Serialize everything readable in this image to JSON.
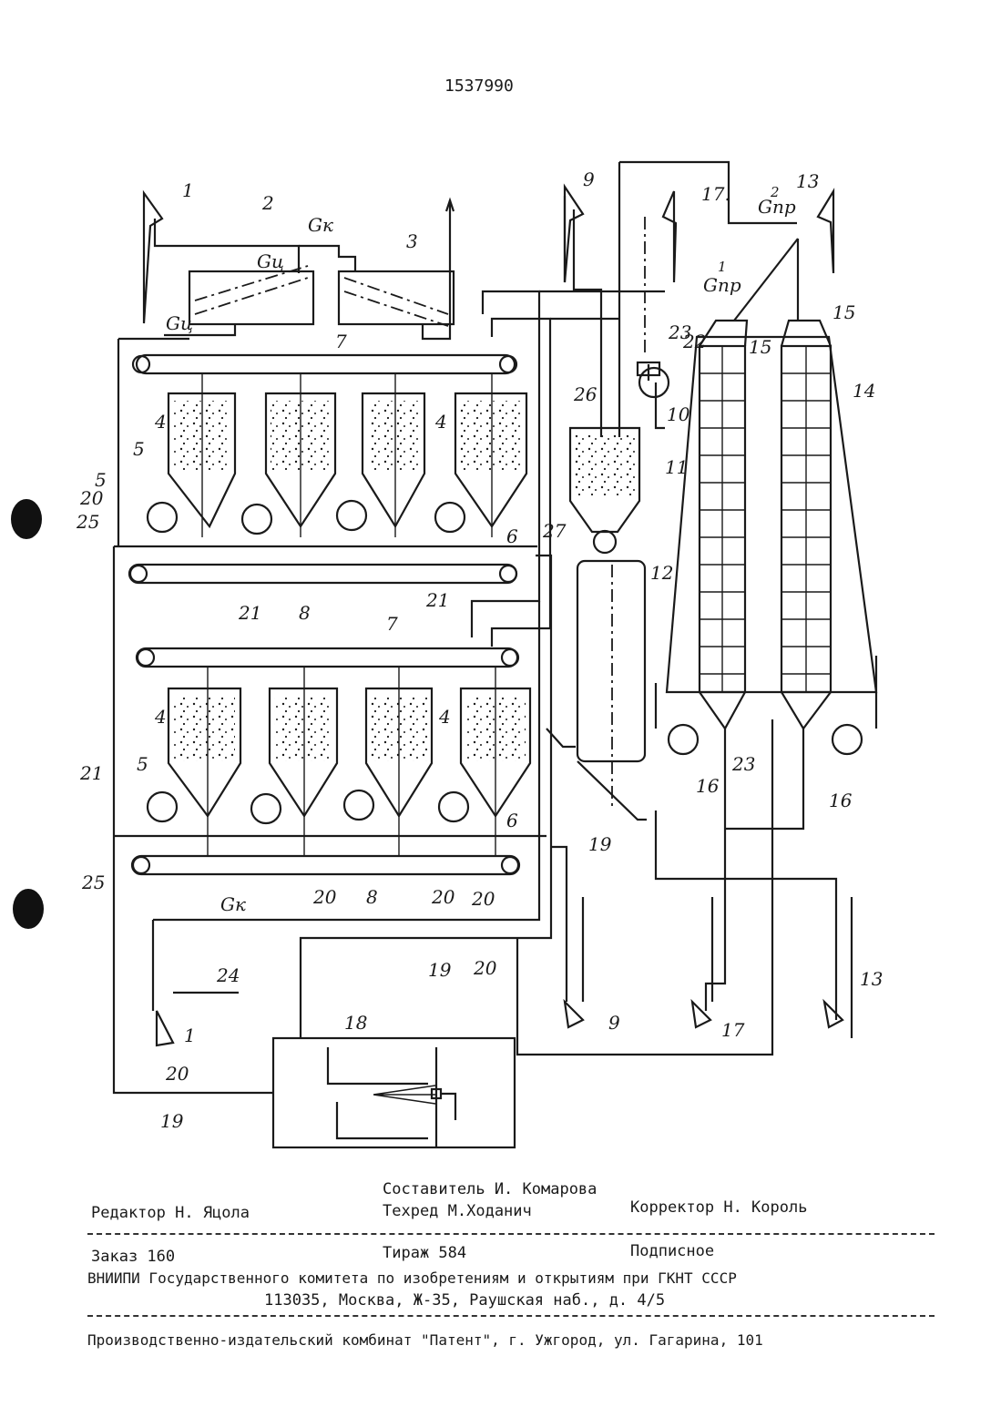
{
  "page": {
    "patent_number": "1537990"
  },
  "diagram": {
    "labels": {
      "n1": "1",
      "n2": "2",
      "n3": "3",
      "n4": "4",
      "n5": "5",
      "n6": "6",
      "n7": "7",
      "n8": "8",
      "n9": "9",
      "n10": "10",
      "n11": "11",
      "n12": "12",
      "n13": "13",
      "n14": "14",
      "n15": "15",
      "n16": "16",
      "n17": "17",
      "n17b": "17.",
      "n18": "18",
      "n19": "19",
      "n20": "20",
      "n21": "21",
      "n22": "22",
      "n23": "23",
      "n24": "24",
      "n25": "25",
      "n26": "26",
      "n27": "27",
      "gk": "Gк",
      "gc": "Gц",
      "gpr": "Gпр",
      "sup1": "1",
      "sup2": "2"
    }
  },
  "imprint": {
    "compiler": "Составитель И. Комарова",
    "editor": "Редактор Н. Яцола",
    "tech_editor": "Техред М.Ходанич",
    "corrector": "Корректор Н. Король",
    "order": "Заказ 160",
    "circulation": "Тираж 584",
    "subscription": "Подписное",
    "institute": "ВНИИПИ Государственного комитета по изобретениям и открытиям при ГКНТ СССР",
    "address": "113035, Москва, Ж-35, Раушская наб., д. 4/5",
    "publisher": "Производственно-издательский комбинат \"Патент\", г. Ужгород, ул. Гагарина, 101"
  }
}
